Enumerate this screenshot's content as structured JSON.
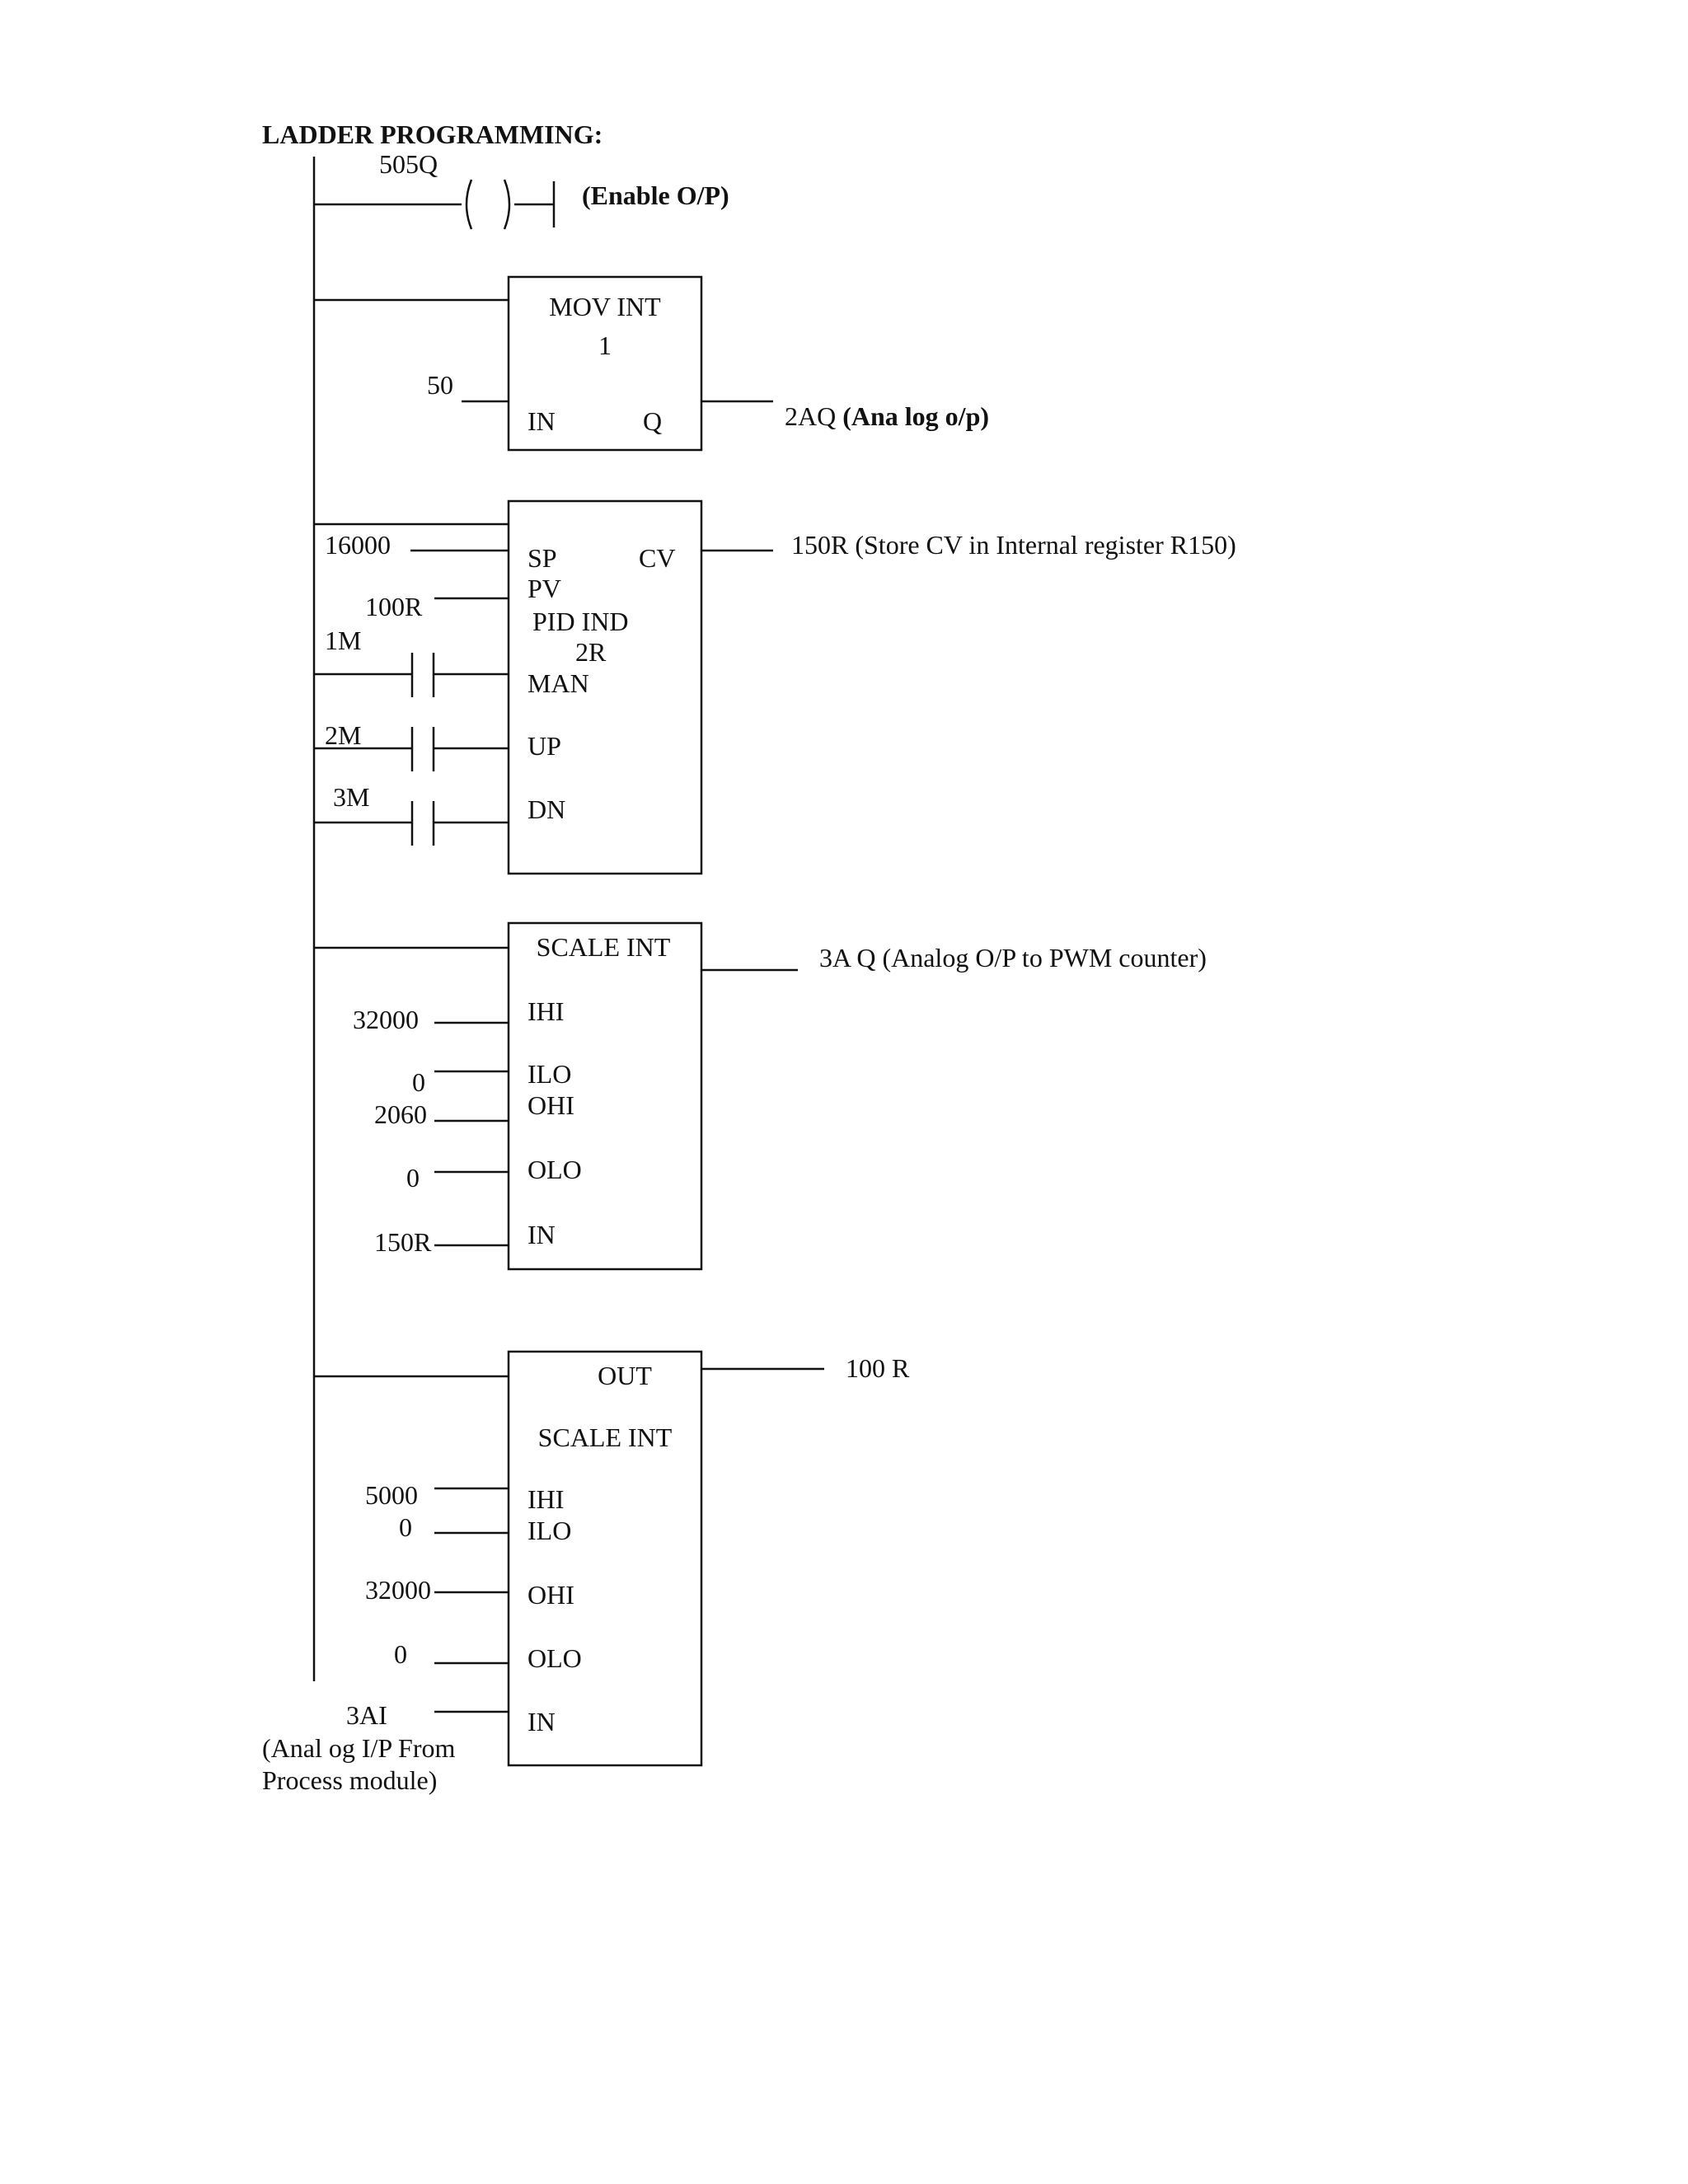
{
  "title": "LADDER PROGRAMMING:",
  "rung1": {
    "coil_address": "505Q",
    "note": "(Enable O/P)"
  },
  "rung2": {
    "block_name": "MOV INT",
    "block_length": "1",
    "input_value": "50",
    "pin_in": "IN",
    "pin_q": "Q",
    "output_address": "2AQ",
    "output_note": "(Ana log o/p)"
  },
  "rung3": {
    "sp_value": "16000",
    "pv_value": "100R",
    "block_name": "PID IND",
    "block_ref": "2R",
    "pin_sp": "SP",
    "pin_cv": "CV",
    "pin_pv": "PV",
    "pin_man": "MAN",
    "pin_up": "UP",
    "pin_dn": "DN",
    "contact_man": "1M",
    "contact_up": "2M",
    "contact_dn": "3M",
    "output": "150R (Store CV in Internal register R150)"
  },
  "rung4": {
    "block_name": "SCALE INT",
    "ihi_value": "32000",
    "ilo_value": "0",
    "ohi_value": "2060",
    "olo_value": "0",
    "in_value": "150R",
    "pin_ihi": "IHI",
    "pin_ilo": "ILO",
    "pin_ohi": "OHI",
    "pin_olo": "OLO",
    "pin_in": "IN",
    "output": "3A Q (Analog O/P to PWM counter)"
  },
  "rung5": {
    "pin_out": "OUT",
    "block_name": "SCALE INT",
    "ihi_value": "5000",
    "ilo_value": "0",
    "ohi_value": "32000",
    "olo_value": "0",
    "in_value": "3AI",
    "in_note_line1": "(Anal og I/P From",
    "in_note_line2": "Process module)",
    "pin_ihi": "IHI",
    "pin_ilo": "ILO",
    "pin_ohi": "OHI",
    "pin_olo": "OLO",
    "pin_in": "IN",
    "output": "100 R"
  }
}
